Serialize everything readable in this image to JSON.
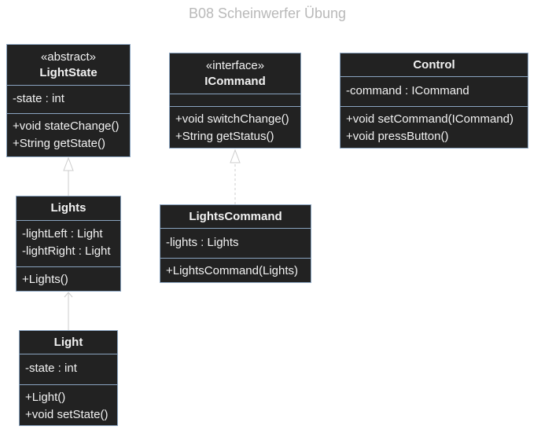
{
  "title": "B08 Scheinwerfer Übung",
  "classes": {
    "lightstate": {
      "stereotype": "«abstract»",
      "name": "LightState",
      "attributes": [
        "-state : int"
      ],
      "methods": [
        "+void stateChange()",
        "+String getState()"
      ]
    },
    "icommand": {
      "stereotype": "«interface»",
      "name": "ICommand",
      "attributes": [],
      "methods": [
        "+void switchChange()",
        "+String getStatus()"
      ]
    },
    "control": {
      "name": "Control",
      "attributes": [
        "-command : ICommand"
      ],
      "methods": [
        "+void setCommand(ICommand)",
        "+void pressButton()"
      ]
    },
    "lights": {
      "name": "Lights",
      "attributes": [
        "-lightLeft : Light",
        "-lightRight : Light"
      ],
      "methods": [
        "+Lights()"
      ]
    },
    "lightscommand": {
      "name": "LightsCommand",
      "attributes": [
        "-lights : Lights"
      ],
      "methods": [
        "+LightsCommand(Lights)"
      ]
    },
    "light": {
      "name": "Light",
      "attributes": [
        "-state : int"
      ],
      "methods": [
        "+Light()",
        "+void setState()"
      ]
    }
  },
  "relationships": [
    {
      "type": "inheritance",
      "from": "Lights",
      "to": "LightState"
    },
    {
      "type": "realization",
      "from": "LightsCommand",
      "to": "ICommand"
    },
    {
      "type": "association",
      "from": "Light",
      "to": "Lights"
    }
  ],
  "colors": {
    "box_fill": "#222222",
    "box_border": "#8aa4c0",
    "box_text": "#f2f2f2",
    "title_text": "#b9b9b9",
    "edge": "#cccccc"
  }
}
